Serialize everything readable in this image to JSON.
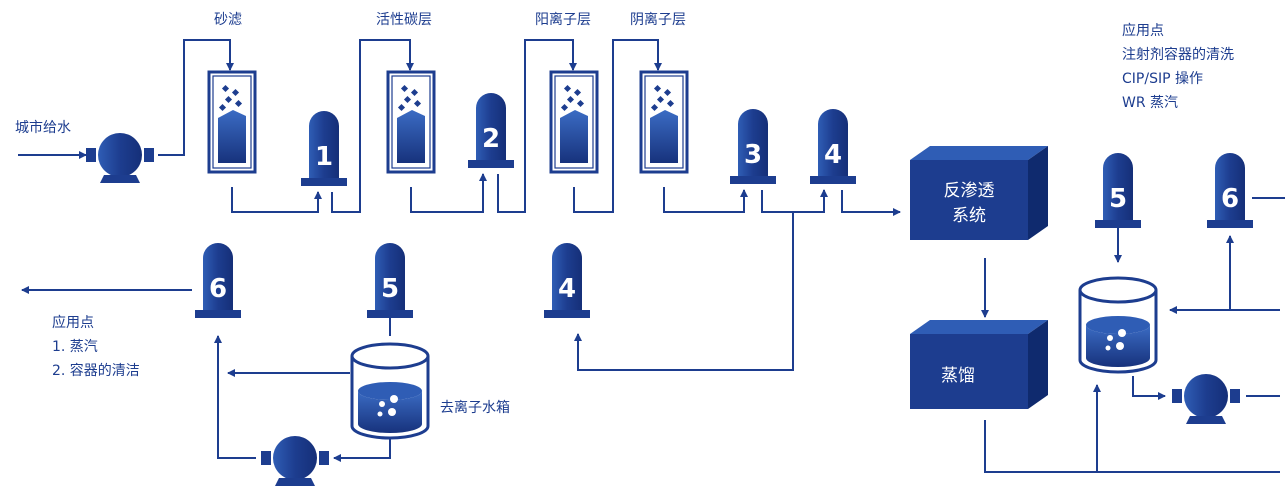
{
  "colors": {
    "primary": "#1d3d8f",
    "dark": "#112a6e",
    "light": "#4a78c8",
    "line": "#1d3d8f"
  },
  "inlet_label": "城市给水",
  "filter_labels": [
    "砂滤",
    "活性碳层",
    "阳离子层",
    "阴离子层"
  ],
  "units": {
    "u1": "1",
    "u2": "2",
    "u3": "3",
    "u4_top": "4",
    "u4_left": "4",
    "u5_left": "5",
    "u6_left": "6",
    "u5_right": "5",
    "u6_right": "6"
  },
  "ro_system": [
    "反渗透",
    "系统"
  ],
  "distillation": "蒸馏",
  "tank_label": "去离子水箱",
  "poc_left": {
    "title": "应用点",
    "items": [
      "1. 蒸汽",
      "2. 容器的清洁"
    ]
  },
  "poc_right": {
    "title": "应用点",
    "items": [
      "注射剂容器的清洗",
      "CIP/SIP 操作",
      "WR 蒸汽"
    ]
  },
  "icons": [
    "pump-icon",
    "filter-column-icon",
    "unit-process-icon",
    "tank-icon",
    "arrow-icon"
  ]
}
